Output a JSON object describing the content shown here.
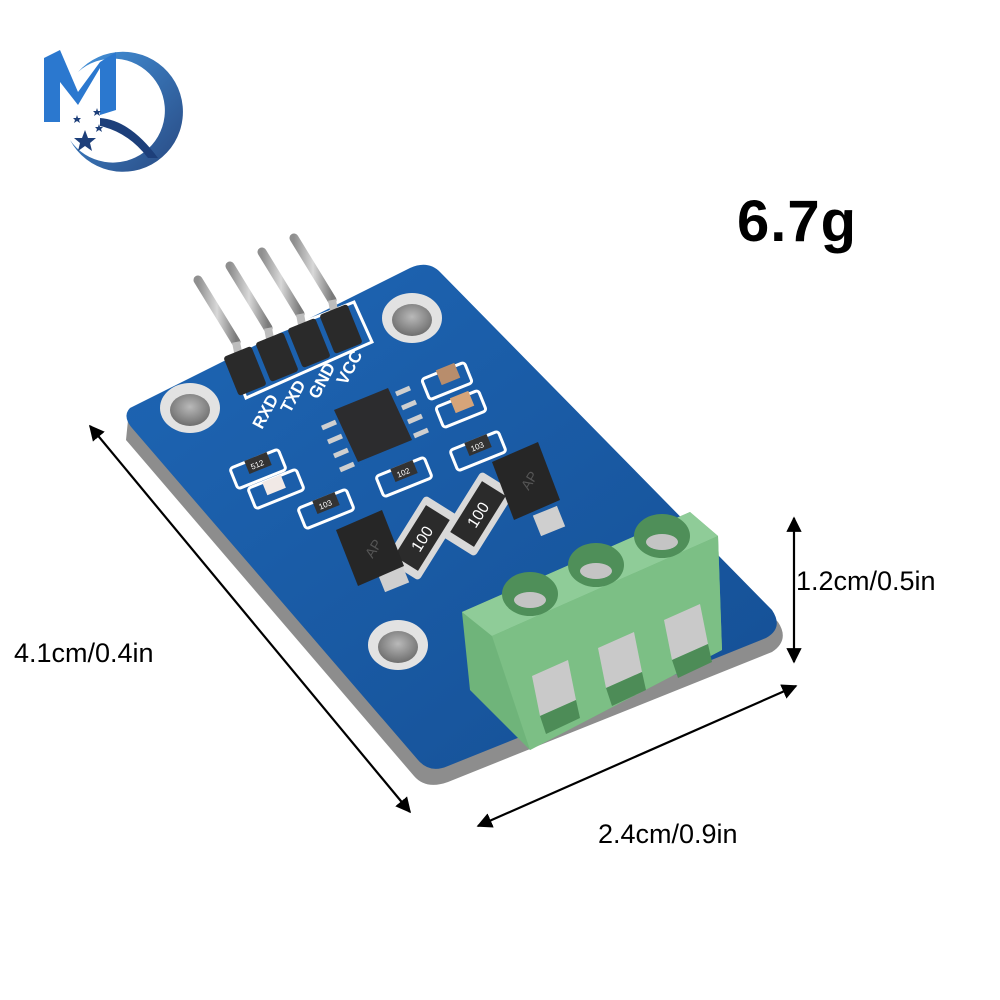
{
  "brand": {
    "logo": "mq-star-logo",
    "letters": [
      "M",
      "Q"
    ],
    "colors": {
      "primary": "#2b6cc4",
      "dark": "#1d3f7a"
    }
  },
  "product": {
    "weight": "6.7g",
    "board_color": "#1c5ea8",
    "terminal_color": "#7cbf85",
    "pin_labels": [
      "RXD",
      "TXD",
      "GND",
      "VCC"
    ],
    "resistor_markings": [
      "100",
      "100"
    ],
    "smd_markings": [
      "512",
      "103",
      "102",
      "103"
    ],
    "diode_markings": [
      "AP",
      "AP"
    ],
    "terminal_screws": 3,
    "header_pins": 4,
    "mounting_holes": 3
  },
  "dimensions": {
    "length": "4.1cm/0.4in",
    "height": "1.2cm/0.5in",
    "width": "2.4cm/0.9in"
  }
}
